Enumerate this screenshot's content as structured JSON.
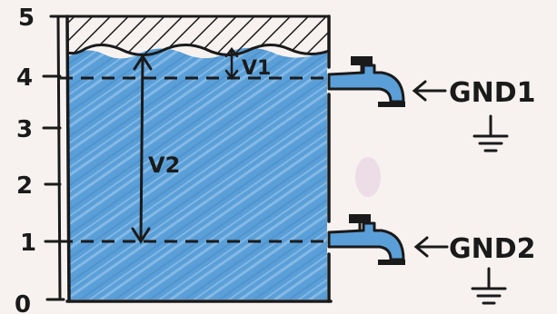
{
  "axis": {
    "ticks": [
      "0",
      "1",
      "2",
      "3",
      "4",
      "5"
    ]
  },
  "labels": {
    "v1": "V1",
    "v2": "V2",
    "gnd1": "GND1",
    "gnd2": "GND2"
  },
  "colors": {
    "water": "#5b9fd8",
    "water_light": "#8ec0ea",
    "ink": "#1a1a1a",
    "paper": "#f7f2f0",
    "smudge": "#d9b8d3"
  }
}
